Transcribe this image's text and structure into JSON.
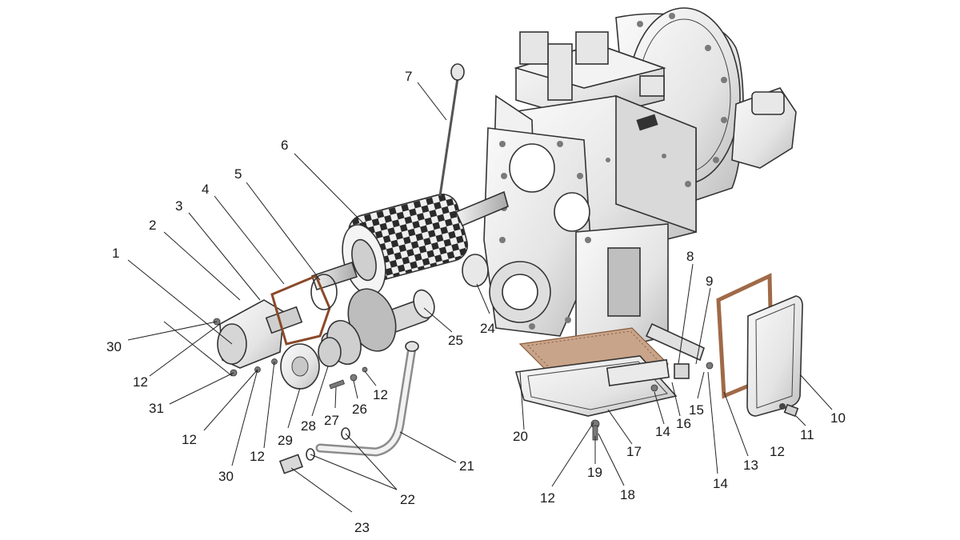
{
  "callouts": [
    {
      "id": "c1",
      "text": "1"
    },
    {
      "id": "c2",
      "text": "2"
    },
    {
      "id": "c3",
      "text": "3"
    },
    {
      "id": "c4",
      "text": "4"
    },
    {
      "id": "c5",
      "text": "5"
    },
    {
      "id": "c6",
      "text": "6"
    },
    {
      "id": "c7",
      "text": "7"
    },
    {
      "id": "c8",
      "text": "8"
    },
    {
      "id": "c9",
      "text": "9"
    },
    {
      "id": "c10",
      "text": "10"
    },
    {
      "id": "c11",
      "text": "11"
    },
    {
      "id": "c12a",
      "text": "12"
    },
    {
      "id": "c12b",
      "text": "12"
    },
    {
      "id": "c12c",
      "text": "12"
    },
    {
      "id": "c12d",
      "text": "12"
    },
    {
      "id": "c12e",
      "text": "12"
    },
    {
      "id": "c12f",
      "text": "12"
    },
    {
      "id": "c13",
      "text": "13"
    },
    {
      "id": "c14a",
      "text": "14"
    },
    {
      "id": "c14b",
      "text": "14"
    },
    {
      "id": "c15",
      "text": "15"
    },
    {
      "id": "c16",
      "text": "16"
    },
    {
      "id": "c17",
      "text": "17"
    },
    {
      "id": "c18",
      "text": "18"
    },
    {
      "id": "c19",
      "text": "19"
    },
    {
      "id": "c20",
      "text": "20"
    },
    {
      "id": "c21",
      "text": "21"
    },
    {
      "id": "c22",
      "text": "22"
    },
    {
      "id": "c23",
      "text": "23"
    },
    {
      "id": "c24",
      "text": "24"
    },
    {
      "id": "c25",
      "text": "25"
    },
    {
      "id": "c26",
      "text": "26"
    },
    {
      "id": "c27",
      "text": "27"
    },
    {
      "id": "c28",
      "text": "28"
    },
    {
      "id": "c29",
      "text": "29"
    },
    {
      "id": "c30a",
      "text": "30"
    },
    {
      "id": "c30b",
      "text": "30"
    },
    {
      "id": "c31",
      "text": "31"
    }
  ]
}
